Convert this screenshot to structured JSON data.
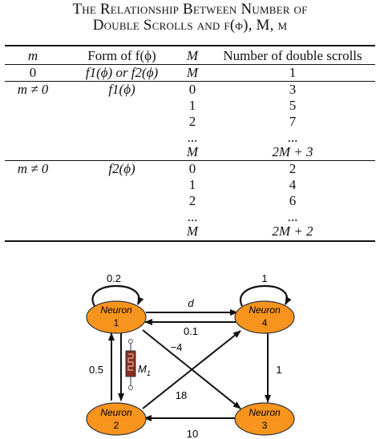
{
  "caption": {
    "line1": "The Relationship Between Number of",
    "line2": "Double Scrolls and f(ϕ), M, m"
  },
  "table": {
    "headers": [
      "m",
      "Form of f(ϕ)",
      "M",
      "Number of double scrolls"
    ],
    "row0": {
      "m": "0",
      "form": "f1(ϕ) or f2(ϕ)",
      "M": "M",
      "num": "1"
    },
    "group1": {
      "m": "m ≠ 0",
      "form": "f1(ϕ)",
      "M": [
        "0",
        "1",
        "2",
        "...",
        "M"
      ],
      "num": [
        "3",
        "5",
        "7",
        "...",
        "2M + 3"
      ]
    },
    "group2": {
      "m": "m ≠ 0",
      "form": "f2(ϕ)",
      "M": [
        "0",
        "1",
        "2",
        "...",
        "M"
      ],
      "num": [
        "2",
        "4",
        "6",
        "...",
        "2M + 2"
      ]
    }
  },
  "diagram": {
    "node_fill": "#f7941d",
    "nodes": {
      "n1": {
        "title": "Neuron",
        "num": "1"
      },
      "n2": {
        "title": "Neuron",
        "num": "2"
      },
      "n3": {
        "title": "Neuron",
        "num": "3"
      },
      "n4": {
        "title": "Neuron",
        "num": "4"
      }
    },
    "edges": {
      "self1": "0.2",
      "self4": "1",
      "d": "d",
      "w41": "0.1",
      "w12": "0.5",
      "w43": "1",
      "w32": "10",
      "w13": "18",
      "w24": "−4"
    },
    "memristor": {
      "label": "M",
      "sub": "1"
    }
  }
}
